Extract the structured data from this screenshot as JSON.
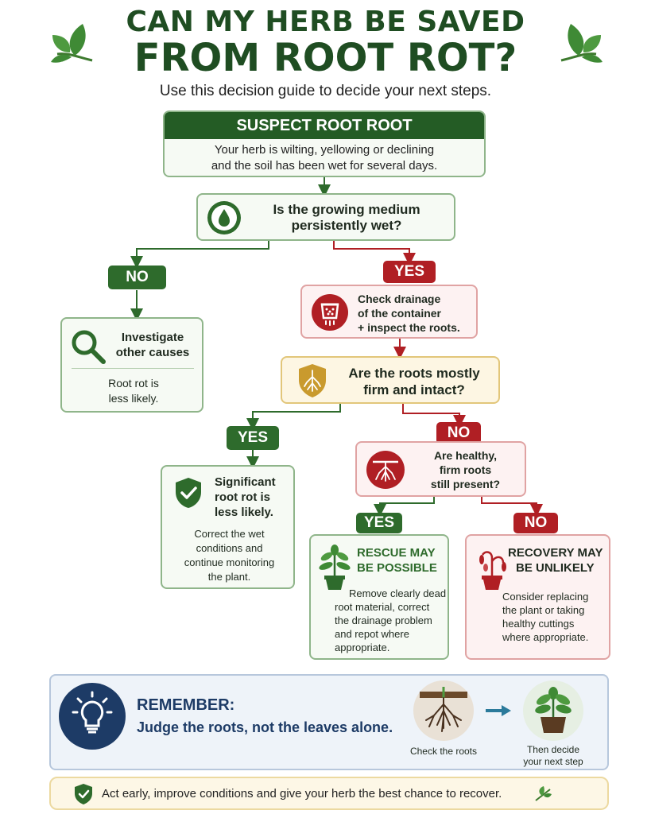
{
  "header": {
    "title_line1": "CAN MY HERB BE SAVED",
    "title_line2": "FROM ROOT ROT?",
    "subtitle": "Use this decision guide to decide your next steps."
  },
  "start": {
    "title": "SUSPECT ROOT ROOT",
    "line1": "Your herb is wilting, yellowing or declining",
    "line2": "and the soil has been wet for several days."
  },
  "q1": {
    "line1": "Is the growing medium",
    "line2": "persistently wet?"
  },
  "q1_no": "NO",
  "q1_yes": "YES",
  "investigate": {
    "line1": "Investigate",
    "line2": "other causes",
    "note1": "Root rot is",
    "note2": "less likely."
  },
  "drainage": {
    "line1": "Check drainage",
    "line2": "of the container",
    "line3": "+ inspect the roots."
  },
  "q2": {
    "line1": "Are the roots mostly",
    "line2": "firm and  intact?"
  },
  "q2_yes": "YES",
  "q2_no": "NO",
  "significant": {
    "line1": "Significant",
    "line2": "root rot is",
    "line3": "less likely.",
    "body1": "Correct the wet",
    "body2": "conditions and",
    "body3": "continue monitoring",
    "body4": "the plant."
  },
  "q3": {
    "line1": "Are healthy,",
    "line2": "firm roots",
    "line3": "still present?"
  },
  "q3_yes": "YES",
  "q3_no": "NO",
  "rescue": {
    "line1": "RESCUE MAY",
    "line2": "BE POSSIBLE",
    "body1": "Remove clearly dead",
    "body2": "root material, correct",
    "body3": "the drainage problem",
    "body4": "and repot where",
    "body5": "appropriate."
  },
  "recovery": {
    "line1": "RECOVERY MAY",
    "line2": "BE UNLIKELY",
    "body1": "Consider replacing",
    "body2": "the plant or taking",
    "body3": "healthy cuttings",
    "body4": "where appropriate."
  },
  "remember": {
    "title": "REMEMBER:",
    "text": "Judge the roots, not the leaves alone.",
    "caption1": "Check the roots",
    "caption2_line1": "Then decide",
    "caption2_line2": "your next step"
  },
  "footer": {
    "text": "Act early, improve conditions and give your herb the best chance to recover."
  },
  "colors": {
    "green": "#2e6b2c",
    "red": "#b01f24",
    "gold": "#c99a2e",
    "navy": "#1d3b66"
  }
}
